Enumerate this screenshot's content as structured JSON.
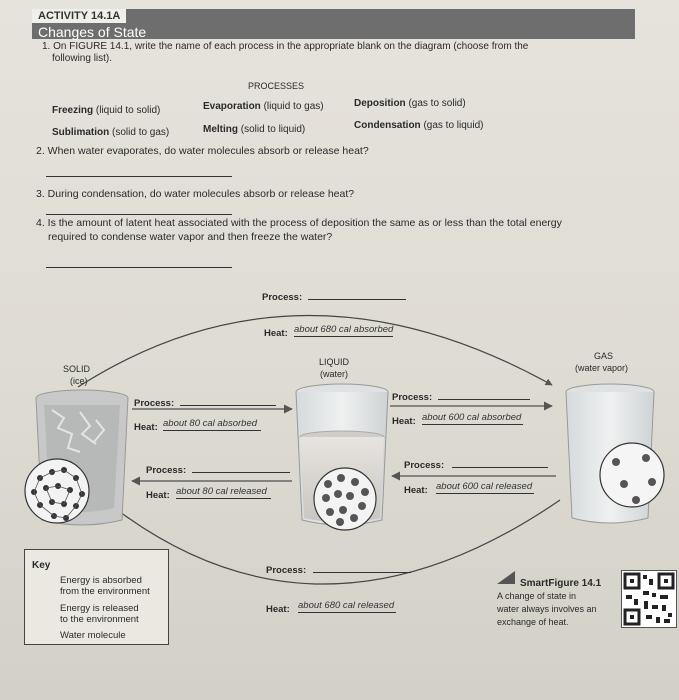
{
  "header": {
    "tag": "ACTIVITY 14.1A",
    "title": "Changes of State"
  },
  "q1": {
    "text": "1. On FIGURE 14.1, write the name of each process in the appropriate blank on the diagram (choose from the",
    "text2": "following list).",
    "processes_heading": "PROCESSES",
    "items": [
      {
        "name": "Freezing",
        "desc": "(liquid to solid)"
      },
      {
        "name": "Evaporation",
        "desc": "(liquid to gas)"
      },
      {
        "name": "Deposition",
        "desc": "(gas to solid)"
      },
      {
        "name": "Sublimation",
        "desc": "(solid to gas)"
      },
      {
        "name": "Melting",
        "desc": "(solid to liquid)"
      },
      {
        "name": "Condensation",
        "desc": "(gas to liquid)"
      }
    ]
  },
  "q2": "2. When water evaporates, do water molecules absorb or release heat?",
  "q3": "3. During condensation, do water molecules absorb or release heat?",
  "q4": {
    "line1": "4. Is the amount of latent heat associated with the process of deposition the same as or less than the total energy",
    "line2": "required to condense water vapor and then freeze the water?"
  },
  "diagram": {
    "process_label": "Process:",
    "heat_label": "Heat:",
    "states": {
      "solid": {
        "name": "SOLID",
        "sub": "(ice)"
      },
      "liquid": {
        "name": "LIQUID",
        "sub": "(water)"
      },
      "gas": {
        "name": "GAS",
        "sub": "(water vapor)"
      }
    },
    "heats": {
      "top": "about 680 cal absorbed",
      "solid_to_liquid": "about 80 cal absorbed",
      "liquid_to_solid": "about 80 cal released",
      "liquid_to_gas": "about 600 cal absorbed",
      "gas_to_liquid": "about 600 cal released",
      "bottom": "about 680 cal released"
    }
  },
  "key": {
    "title": "Key",
    "absorbed": [
      "Energy is absorbed",
      "from the environment"
    ],
    "released": [
      "Energy is released",
      "to the environment"
    ],
    "molecule": "Water molecule"
  },
  "smartfigure": {
    "title": "SmartFigure 14.1",
    "caption": [
      "A change of state in",
      "water always involves an",
      "exchange of heat."
    ]
  }
}
